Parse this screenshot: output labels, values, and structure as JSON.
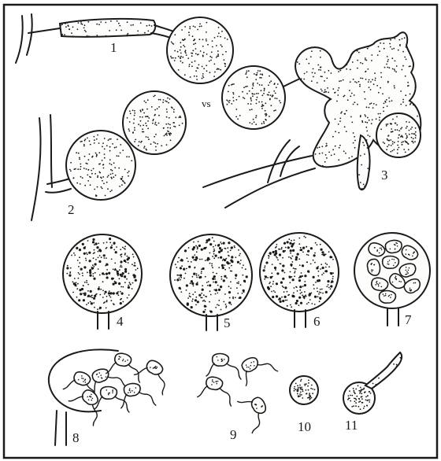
{
  "labels": {
    "l1": "1",
    "l2": "2",
    "l3": "3",
    "l4": "4",
    "l5": "5",
    "l6": "6",
    "l7": "7",
    "l8": "8",
    "l9": "9",
    "l10": "10",
    "l11": "11",
    "vs": "vs"
  },
  "colors": {
    "ink": "#1a1a1a",
    "paper": "#ffffff"
  }
}
